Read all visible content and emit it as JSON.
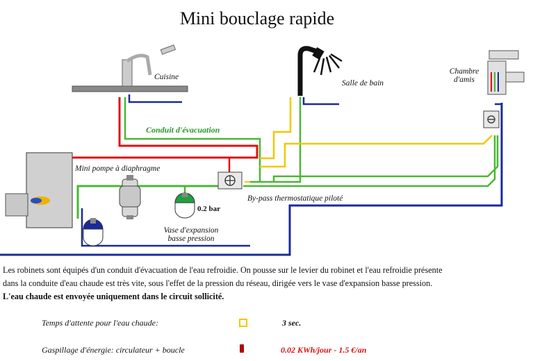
{
  "title": "Mini bouclage rapide",
  "labels": {
    "cuisine": "Cuisine",
    "salle_de_bain": "Salle de bain",
    "chambre_line1": "Chambre",
    "chambre_line2": "d'amis",
    "conduit": "Conduit d'évacuation",
    "pompe": "Mini pompe à diaphragme",
    "pressure": "0.2 bar",
    "vase_line1": "Vase d'expansion",
    "vase_line2": "basse pression",
    "bypass": "By-pass thermostatique piloté"
  },
  "description": {
    "line1": "Les robinets sont équipés d'un conduit d'évacuation de l'eau refroidie. On pousse sur le levier du robinet et l'eau refroidie présente",
    "line2": "dans la conduite d'eau chaude est très vite, sous l'effet de la pression du réseau, dirigée vers le vase d'expansion basse pression.",
    "line3": "L'eau chaude est envoyée uniquement dans le circuit sollicité."
  },
  "stats": {
    "wait_label": "Temps d'attente pour l'eau chaude:",
    "wait_value": "3 sec.",
    "waste_label": "Gaspillage d'énergie: circulateur + boucle",
    "waste_value": "0.02 KWh/jour - 1.5 €/an"
  },
  "colors": {
    "hot": "#e01010",
    "cold": "#1a2a9c",
    "return": "#49b832",
    "mixed": "#f0c800",
    "wait_swatch": "#f0c800",
    "waste_swatch": "#b10000",
    "waste_text": "#e01010"
  }
}
